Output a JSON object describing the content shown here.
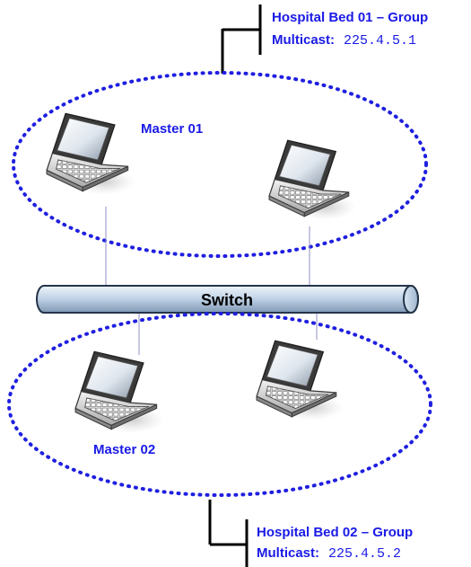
{
  "colors": {
    "label_blue": "#1a1ae6",
    "dots_blue": "#1f1fe0",
    "switch_fill_light": "#d9e6f2",
    "switch_fill_dark": "#9fb6cf",
    "switch_stroke": "#24344a"
  },
  "switch": {
    "label": "Switch"
  },
  "groups": [
    {
      "title": "Hospital Bed 01 – Group",
      "multicast_label": "Multicast:",
      "multicast_address": "225.4.5.1",
      "master_label": "Master 01"
    },
    {
      "title": "Hospital Bed 02 – Group",
      "multicast_label": "Multicast:",
      "multicast_address": "225.4.5.2",
      "master_label": "Master 02"
    }
  ],
  "icons": [
    "laptop-icon",
    "laptop-icon",
    "laptop-icon",
    "laptop-icon"
  ]
}
